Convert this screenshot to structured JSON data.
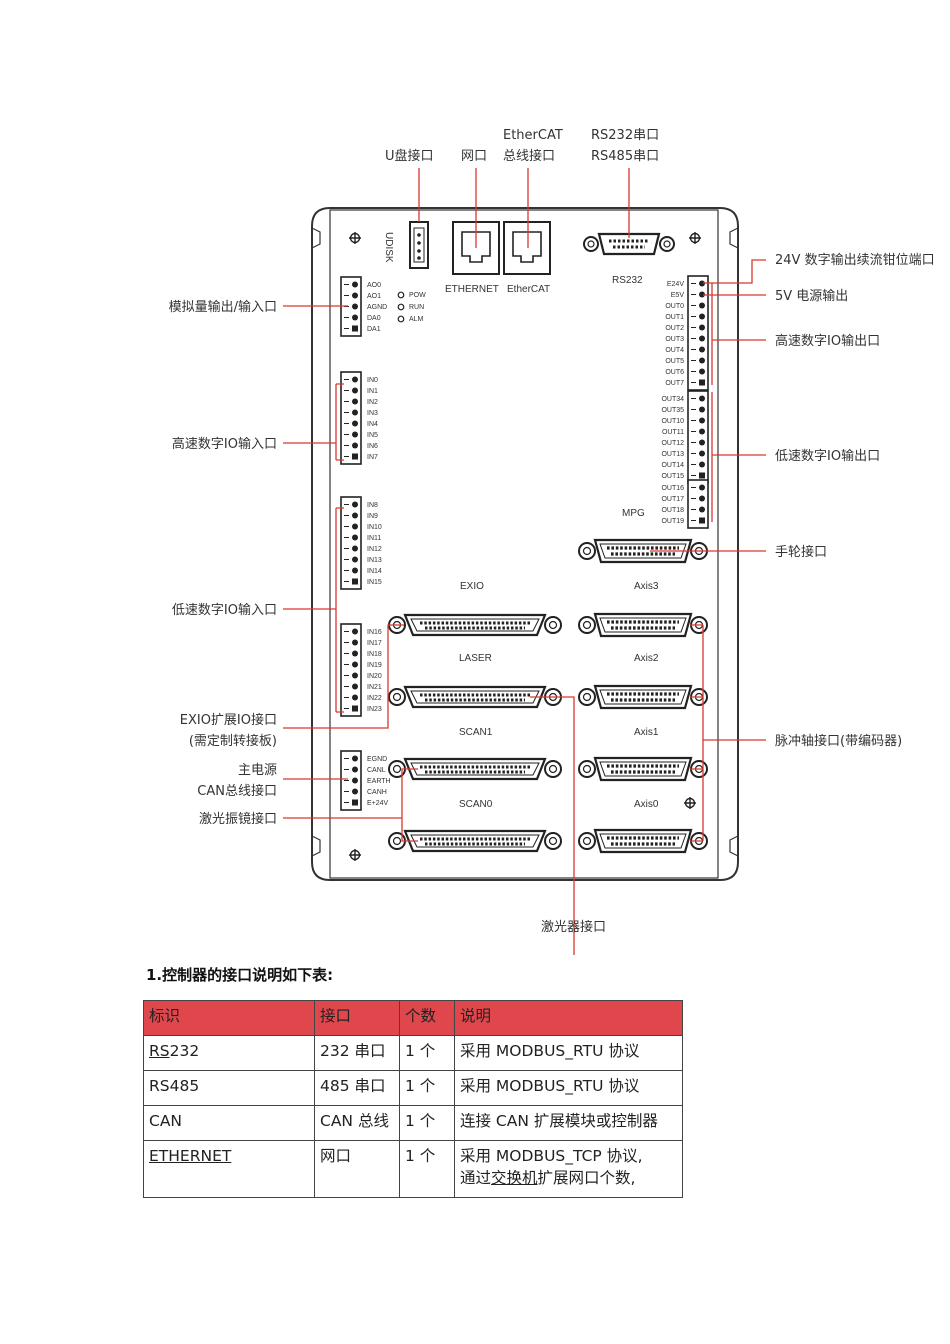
{
  "diagram": {
    "board_labels": {
      "udisk": "UDISK",
      "ethernet": "ETHERNET",
      "ethercat": "EtherCAT",
      "rs232": "RS232",
      "pow": "POW",
      "run": "RUN",
      "alm": "ALM",
      "exio": "EXIO",
      "laser": "LASER",
      "scan1": "SCAN1",
      "scan0": "SCAN0",
      "mpg": "MPG",
      "axis3": "Axis3",
      "axis2": "Axis2",
      "axis1": "Axis1",
      "axis0": "Axis0"
    },
    "analog_pins": [
      "AO0",
      "AO1",
      "AGND",
      "DA0",
      "DA1"
    ],
    "in_high_pins": [
      "IN0",
      "IN1",
      "IN2",
      "IN3",
      "IN4",
      "IN5",
      "IN6",
      "IN7"
    ],
    "in_low_pins": [
      "IN8",
      "IN9",
      "IN10",
      "IN11",
      "IN12",
      "IN13",
      "IN14",
      "IN15"
    ],
    "in_ext_pins": [
      "IN16",
      "IN17",
      "IN18",
      "IN19",
      "IN20",
      "IN21",
      "IN22",
      "IN23"
    ],
    "power_pins": [
      "EGND",
      "CANL",
      "EARTH",
      "CANH",
      "E+24V"
    ],
    "out_top_pins": [
      "E24V",
      "E5V",
      "OUT0",
      "OUT1",
      "OUT2",
      "OUT3",
      "OUT4",
      "OUT5",
      "OUT6",
      "OUT7"
    ],
    "out_low_pins": [
      "OUT34",
      "OUT35",
      "OUT10",
      "OUT11",
      "OUT12",
      "OUT13",
      "OUT14",
      "OUT15"
    ],
    "out_low2_pins": [
      "OUT16",
      "OUT17",
      "OUT18",
      "OUT19"
    ],
    "callouts": {
      "udisk": "U盘接口",
      "net": "网口",
      "ethercat_l1": "EtherCAT",
      "ethercat_l2": "总线接口",
      "rs_l1": "RS232串口",
      "rs_l2": "RS485串口",
      "analog": "模拟量输出/输入口",
      "in_high": "高速数字IO输入口",
      "in_low": "低速数字IO输入口",
      "exio_l1": "EXIO扩展IO接口",
      "exio_l2": "(需定制转接板)",
      "power_l1": "主电源",
      "power_l2": "CAN总线接口",
      "galvo": "激光振镜接口",
      "laser": "激光器接口",
      "clamp": "24V 数字输出续流钳位端口",
      "v5": "5V 电源输出",
      "out_high": "高速数字IO输出口",
      "out_low": "低速数字IO输出口",
      "handwheel": "手轮接口",
      "pulse_axis": "脉冲轴接口(带编码器)"
    }
  },
  "section": {
    "title": "1.控制器的接口说明如下表:"
  },
  "table": {
    "headers": [
      "标识",
      "接口",
      "个数",
      "说明"
    ],
    "rows": [
      {
        "id_a": "RS",
        "id_b": "232",
        "port": "232 串口",
        "count": "1 个",
        "desc_a": "采用 MODBUS_RTU 协议",
        "desc_b": "",
        "desc_c": "",
        "desc_d": ""
      },
      {
        "id_a": "",
        "id_b": "RS485",
        "port": "485 串口",
        "count": "1 个",
        "desc_a": "采用 MODBUS_RTU 协议",
        "desc_b": "",
        "desc_c": "",
        "desc_d": ""
      },
      {
        "id_a": "",
        "id_b": "CAN",
        "port": "CAN 总线",
        "count": "1 个",
        "desc_a": "连接 CAN 扩展模块或控制器",
        "desc_b": "",
        "desc_c": "",
        "desc_d": ""
      },
      {
        "id_a": "ETHERNET",
        "id_b": "",
        "port": "网口",
        "count": "1 个",
        "desc_a": "采用 MODBUS_TCP 协议,",
        "desc_b": "通过",
        "desc_c": "交换机",
        "desc_d": "扩展网口个数,"
      }
    ]
  }
}
